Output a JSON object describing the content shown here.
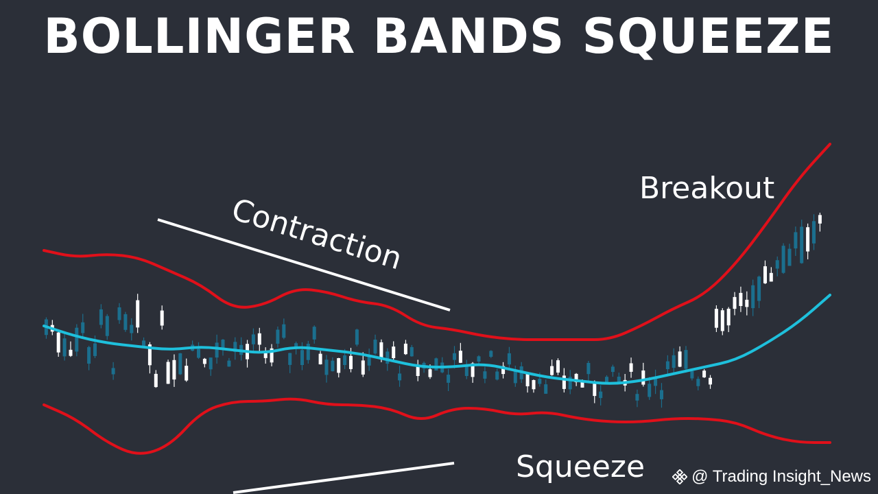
{
  "title": "BOLLINGER BANDS SQUEEZE",
  "watermark": {
    "text": "@ Trading Insight_News",
    "icon": "binance-diamond-icon"
  },
  "colors": {
    "background": "#2b2f38",
    "bands": "#e0101a",
    "middle_band": "#1ec0dc",
    "bullish_candle": "#ffffff",
    "bearish_candle": "#1b6f8e",
    "annotation": "#ffffff"
  },
  "chart_data": {
    "type": "candlestick",
    "title": "BOLLINGER BANDS SQUEEZE",
    "xlabel": "",
    "ylabel": "",
    "grid": false,
    "axes_visible": false,
    "ylim": [
      0,
      100
    ],
    "annotations": [
      {
        "text": "Contraction"
      },
      {
        "text": "Breakout"
      },
      {
        "text": "Squeeze"
      }
    ],
    "series": [
      {
        "role": "upper_band",
        "color": "#e0101a",
        "x": [
          0,
          8,
          16,
          24,
          32,
          40,
          48,
          56,
          64,
          72,
          80,
          88,
          96,
          104,
          112,
          120,
          128,
          136,
          144,
          152,
          160,
          168,
          176,
          184,
          192,
          200
        ],
        "y": [
          67,
          65,
          66,
          65,
          61,
          57,
          50,
          51,
          56,
          55,
          52,
          51,
          45,
          44,
          42,
          41,
          41,
          41,
          41,
          45,
          50,
          54,
          63,
          75,
          88,
          98
        ]
      },
      {
        "role": "middle_band",
        "color": "#1ec0dc",
        "x": [
          0,
          8,
          16,
          24,
          32,
          40,
          48,
          56,
          64,
          72,
          80,
          88,
          96,
          104,
          112,
          120,
          128,
          136,
          144,
          152,
          160,
          168,
          176,
          184,
          192,
          200
        ],
        "y": [
          45,
          42,
          40,
          39,
          38,
          39,
          38,
          37,
          39,
          38,
          37,
          35,
          33,
          33,
          34,
          32,
          30,
          29,
          28,
          29,
          31,
          33,
          35,
          40,
          46,
          54
        ]
      },
      {
        "role": "lower_band",
        "color": "#e0101a",
        "x": [
          0,
          8,
          16,
          24,
          32,
          40,
          48,
          56,
          64,
          72,
          80,
          88,
          96,
          104,
          112,
          120,
          128,
          136,
          144,
          152,
          160,
          168,
          176,
          184,
          192,
          200
        ],
        "y": [
          22,
          18,
          11,
          7,
          10,
          20,
          23,
          23,
          24,
          22,
          22,
          21,
          17,
          21,
          21,
          19,
          20,
          18,
          17,
          17,
          18,
          18,
          17,
          13,
          11,
          11
        ]
      }
    ]
  }
}
